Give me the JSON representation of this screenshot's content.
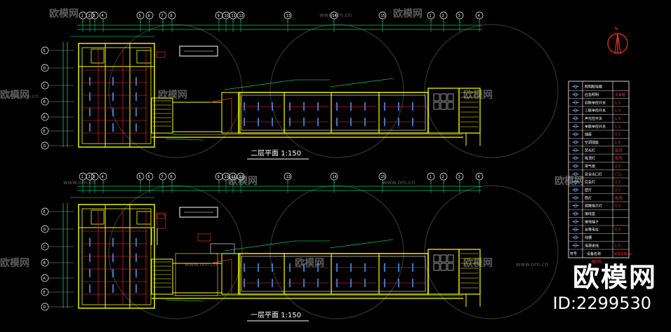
{
  "plans": [
    {
      "title": "二层平面 1:150"
    },
    {
      "title": "一层平面 1:150"
    }
  ],
  "axis_top": [
    "1",
    "2",
    "3",
    "4",
    "5",
    "6",
    "7",
    "8",
    "9",
    "10",
    "11",
    "12",
    "13",
    "14",
    "15"
  ],
  "axis_left": [
    "E",
    "D",
    "C",
    "B",
    "A"
  ],
  "watermark": {
    "text": "欧模网",
    "url": "www.om.cn"
  },
  "brand": {
    "name": "欧模网",
    "id": "ID:2299530"
  },
  "colors": {
    "background": "#000000",
    "wall": "#ffff00",
    "wire": "#ff3030",
    "fixture": "#4aa0ff",
    "dim": "#00cc66",
    "text": "#ffffff",
    "label": "#00ff88"
  },
  "legend": {
    "header": "图 例",
    "rows": [
      {
        "icon": "distribution-box-icon",
        "name": "照明配电箱",
        "spec": ""
      },
      {
        "icon": "panel-icon",
        "name": "应急照明",
        "spec": "见系统"
      },
      {
        "icon": "double-switch-icon",
        "name": "双联单控开关",
        "spec": "1.3"
      },
      {
        "icon": "triple-switch-icon",
        "name": "三联单控开关",
        "spec": "1.3"
      },
      {
        "icon": "sound-switch-icon",
        "name": "声光控开关",
        "spec": "1.3"
      },
      {
        "icon": "single-switch-icon",
        "name": "单联单控开关",
        "spec": "1.3"
      },
      {
        "icon": "socket-icon",
        "name": "插座",
        "spec": "0.3"
      },
      {
        "icon": "ac-socket-icon",
        "name": "空调插座",
        "spec": "1.8"
      },
      {
        "icon": "fluorescent-icon",
        "name": "荧光灯",
        "spec": "吸顶"
      },
      {
        "icon": "ceiling-lamp-icon",
        "name": "吸顶灯",
        "spec": "吸顶"
      },
      {
        "icon": "exhaust-fan-icon",
        "name": "排气扇",
        "spec": "2.5"
      },
      {
        "icon": "exit-sign-icon",
        "name": "安全出口灯",
        "spec": "门上"
      },
      {
        "icon": "emergency-lamp-icon",
        "name": "应急灯",
        "spec": "2.5"
      },
      {
        "icon": "wall-lamp-icon",
        "name": "壁灯",
        "spec": "2.2"
      },
      {
        "icon": "spot-lamp-icon",
        "name": "筒灯",
        "spec": "吸顶"
      },
      {
        "icon": "evacuation-icon",
        "name": "疏散指示灯",
        "spec": "0.5"
      },
      {
        "icon": "junction-icon",
        "name": "接线盒",
        "spec": ""
      },
      {
        "icon": "ground-icon",
        "name": "接地端子",
        "spec": ""
      },
      {
        "icon": "bus-icon",
        "name": "总等电位",
        "spec": "0.3"
      },
      {
        "icon": "cable-icon",
        "name": "线槽",
        "spec": ""
      },
      {
        "icon": "pipe-icon",
        "name": "电源进线",
        "spec": "1.5"
      }
    ],
    "footer": [
      "符号",
      "设备名称",
      "安装高度(m)"
    ]
  }
}
